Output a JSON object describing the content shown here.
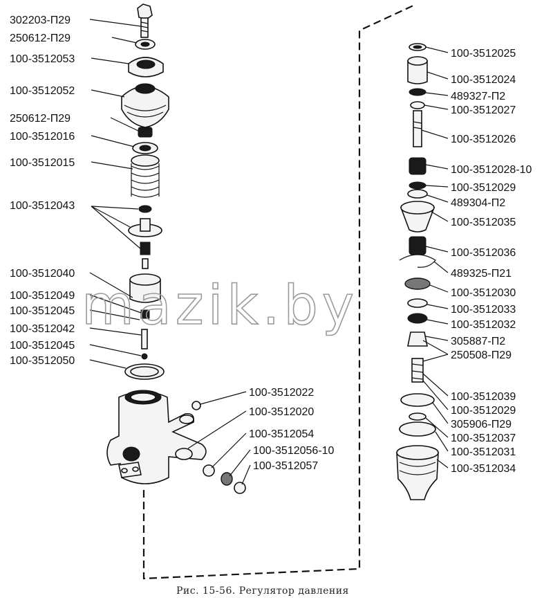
{
  "watermark": "mazik.by",
  "caption": "Рис. 15-56. Регулятор давления",
  "left_labels": [
    "302203-П29",
    "250612-П29",
    "100-3512053",
    "100-3512052",
    "250612-П29",
    "100-3512016",
    "100-3512015",
    "100-3512043",
    "100-3512040",
    "100-3512049",
    "100-3512045",
    "100-3512042",
    "100-3512045",
    "100-3512050"
  ],
  "center_labels": [
    "100-3512022",
    "100-3512020",
    "100-3512054",
    "100-3512056-10",
    "100-3512057"
  ],
  "right_labels": [
    "100-3512025",
    "100-3512024",
    "489327-П2",
    "100-3512027",
    "100-3512026",
    "100-3512028-10",
    "100-3512029",
    "489304-П2",
    "100-3512035",
    "100-3512036",
    "489325-П21",
    "100-3512030",
    "100-3512033",
    "100-3512032",
    "305887-П2",
    "250508-П29",
    "100-3512039",
    "100-3512029",
    "305906-П29",
    "100-3512037",
    "100-3512031",
    "100-3512034"
  ]
}
